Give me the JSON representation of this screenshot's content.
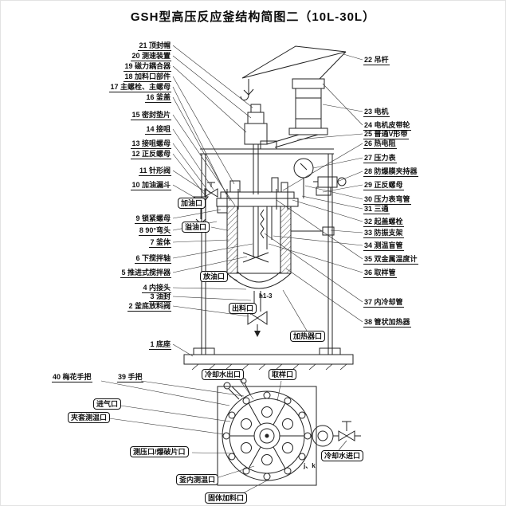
{
  "title": "GSH型高压反应釜结构简图二（10L-30L）",
  "labels": {
    "left": [
      "21 顶封帽",
      "20 测速装置",
      "19 磁力耦合器",
      "18 加料口部件",
      "17 主螺栓、主螺母",
      "16 釜盖",
      "15 密封垫片",
      "14 接咀",
      "13 接咀螺母",
      "12 正反螺母",
      "11 针形阀",
      "10 加油漏斗",
      "9 锁紧螺母",
      "8 90°弯头",
      "7 釜体",
      "6 下搅拌轴",
      "5 推进式搅拌器",
      "4 内接头",
      "3 油封",
      "2 釜底放料阀",
      "1 底座"
    ],
    "right": [
      "22 吊杆",
      "23 电机",
      "24 电机皮带轮",
      "25 普通V形带",
      "26 热电阻",
      "27 压力表",
      "28 防爆膜夹持器",
      "29 正反螺母",
      "30 压力表弯管",
      "31 三通",
      "32 起盖螺栓",
      "33 防振支架",
      "34 测温盲管",
      "35 双金属温度计",
      "36 取样管",
      "37 内冷却管",
      "38 管状加热器"
    ],
    "callouts": [
      "加油口",
      "溢油口",
      "放油口",
      "出料口",
      "加热器口"
    ],
    "bottom": [
      "40 梅花手把",
      "39 手把",
      "冷却水出口",
      "取样口",
      "进气口",
      "夹套测温口",
      "测压口/爆破片口",
      "冷却水进口",
      "釜内测温口",
      "固体加料口"
    ],
    "notes": [
      "h1-3",
      "j、k"
    ]
  }
}
